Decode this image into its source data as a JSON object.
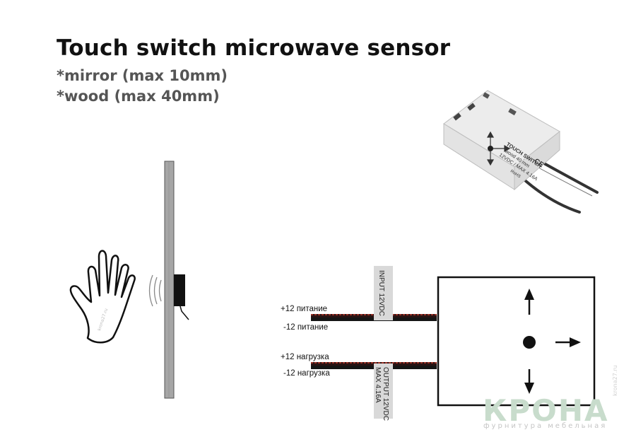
{
  "heading": {
    "title": "Touch switch microwave sensor",
    "line1": "*mirror (max 10mm)",
    "line2": "*wood (max 40mm)"
  },
  "hand_watermark": "krona27.ru",
  "device_photo": {
    "line1": "TOUCH SWITCH",
    "line2": "wood 40 mm",
    "line3": "12VDC / MAX 4.16A",
    "ce": "CE",
    "rohs": "RoHS"
  },
  "wiring": {
    "input_box": "INPUT 12VDC",
    "output_box_line1": "OUTPUT 12VDC",
    "output_box_line2": "MAX 4.16A",
    "input_plus": "+12 питание",
    "input_minus": "-12 питание",
    "output_plus": "+12 нагрузка",
    "output_minus": "-12 нагрузка"
  },
  "brand": {
    "name": "КРОНА",
    "tagline": "фурнитура мебельная",
    "site": "krona27.ru"
  },
  "colors": {
    "wire_red": "#c0392b",
    "panel": "#9a9a9a",
    "label_box": "#d9d9d9",
    "brand": "#c8dccc"
  }
}
